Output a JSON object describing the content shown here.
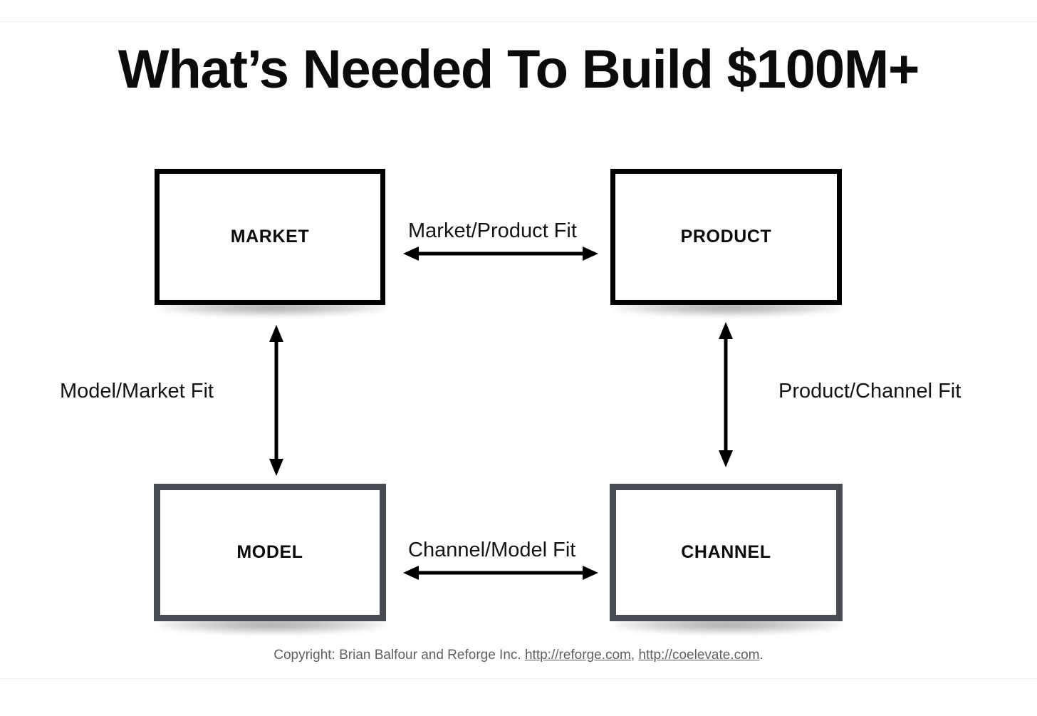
{
  "slide": {
    "title": "What’s Needed To Build $100M+",
    "background_color": "#ffffff",
    "title_color": "#0b0b0b"
  },
  "nodes": [
    {
      "id": "market",
      "label": "MARKET",
      "frame_color": "#000000"
    },
    {
      "id": "product",
      "label": "PRODUCT",
      "frame_color": "#000000"
    },
    {
      "id": "model",
      "label": "MODEL",
      "frame_color": "#474c54"
    },
    {
      "id": "channel",
      "label": "CHANNEL",
      "frame_color": "#474c54"
    }
  ],
  "connections": [
    {
      "id": "market-product",
      "label": "Market/Product Fit",
      "from": "MARKET",
      "to": "PRODUCT",
      "orientation": "horizontal",
      "direction": "both"
    },
    {
      "id": "channel-model",
      "label": "Channel/Model Fit",
      "from": "MODEL",
      "to": "CHANNEL",
      "orientation": "horizontal",
      "direction": "both"
    },
    {
      "id": "model-market",
      "label": "Model/Market Fit",
      "from": "MODEL",
      "to": "MARKET",
      "orientation": "vertical",
      "direction": "both"
    },
    {
      "id": "product-channel",
      "label": "Product/Channel Fit",
      "from": "PRODUCT",
      "to": "CHANNEL",
      "orientation": "vertical",
      "direction": "both"
    }
  ],
  "footer": {
    "prefix": "Copyright:  Brian Balfour and Reforge Inc. ",
    "link_1": "http://reforge.com",
    "separator": ", ",
    "link_2": "http://coelevate.com",
    "suffix": "."
  }
}
